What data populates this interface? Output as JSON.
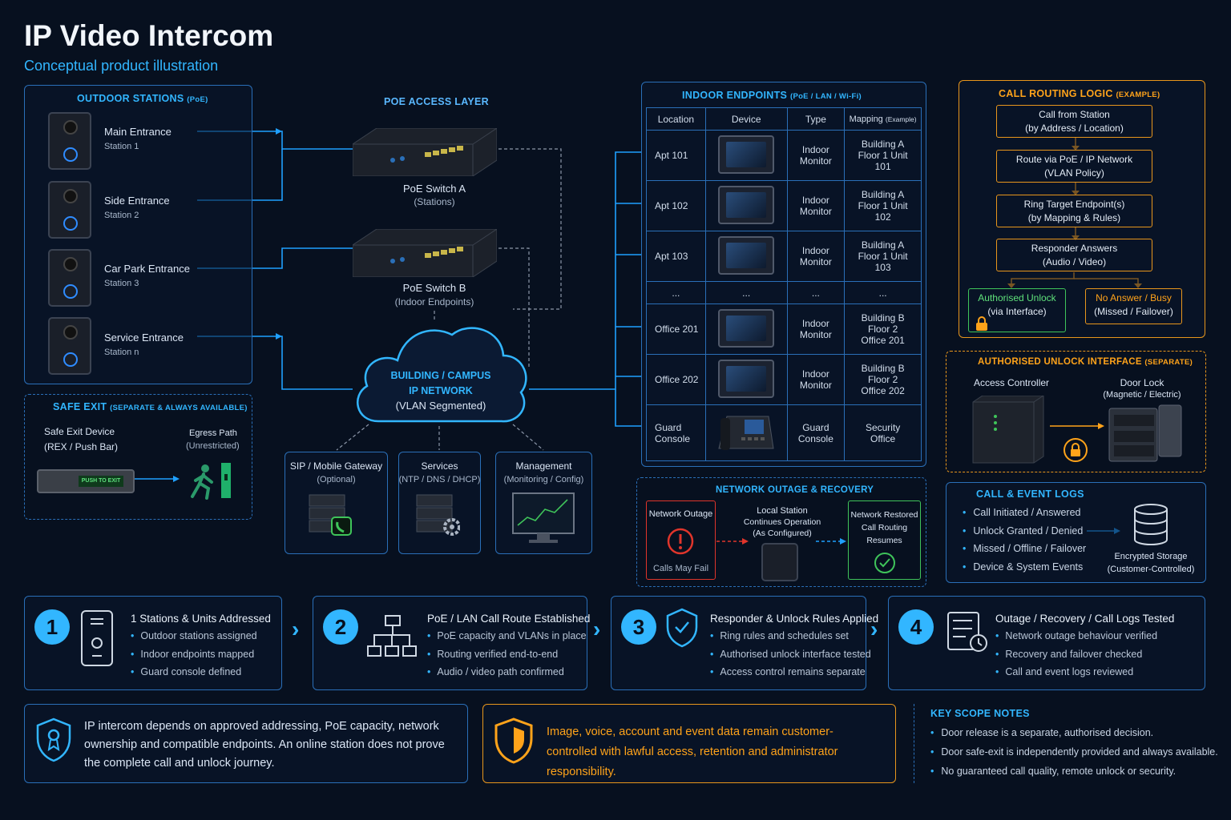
{
  "title": "IP Video Intercom",
  "subtitle": "Conceptual product illustration",
  "outdoor": {
    "title": "OUTDOOR STATIONS",
    "title_sm": "(PoE)",
    "stations": [
      {
        "name": "Main Entrance",
        "sub": "Station 1"
      },
      {
        "name": "Side Entrance",
        "sub": "Station 2"
      },
      {
        "name": "Car Park Entrance",
        "sub": "Station 3"
      },
      {
        "name": "Service Entrance",
        "sub": "Station n"
      }
    ]
  },
  "safe_exit": {
    "title": "SAFE EXIT",
    "title_sm": "(SEPARATE & ALWAYS AVAILABLE)",
    "device": "Safe Exit Device",
    "device_sub": "(REX / Push Bar)",
    "egress": "Egress Path",
    "egress_sub": "(Unrestricted)",
    "push_label": "PUSH TO EXIT"
  },
  "poe": {
    "title": "POE ACCESS LAYER",
    "switch_a": "PoE Switch A",
    "switch_a_sub": "(Stations)",
    "switch_b": "PoE Switch B",
    "switch_b_sub": "(Indoor Endpoints)"
  },
  "network": {
    "line1": "BUILDING / CAMPUS",
    "line2": "IP NETWORK",
    "line3": "(VLAN Segmented)"
  },
  "services": [
    {
      "name": "SIP / Mobile Gateway",
      "sub": "(Optional)"
    },
    {
      "name": "Services",
      "sub": "(NTP / DNS / DHCP)"
    },
    {
      "name": "Management",
      "sub": "(Monitoring / Config)"
    }
  ],
  "indoor": {
    "title": "INDOOR ENDPOINTS",
    "title_sm": "(PoE / LAN / Wi-Fi)",
    "headers": [
      "Location",
      "Device",
      "Type",
      "Mapping"
    ],
    "mapping_sm": "(Example)",
    "rows": [
      {
        "loc": "Apt 101",
        "type": "Indoor Monitor",
        "map": "Building A Floor 1 Unit 101"
      },
      {
        "loc": "Apt 102",
        "type": "Indoor Monitor",
        "map": "Building A Floor 1 Unit 102"
      },
      {
        "loc": "Apt 103",
        "type": "Indoor Monitor",
        "map": "Building A Floor 1 Unit 103"
      },
      {
        "loc": "...",
        "type": "...",
        "map": "..."
      },
      {
        "loc": "Office 201",
        "type": "Indoor Monitor",
        "map": "Building B Floor 2 Office 201"
      },
      {
        "loc": "Office 202",
        "type": "Indoor Monitor",
        "map": "Building B Floor 2 Office 202"
      },
      {
        "loc": "Guard Console",
        "type": "Guard Console",
        "map": "Security Office"
      }
    ]
  },
  "routing": {
    "title": "CALL ROUTING LOGIC",
    "title_sm": "(EXAMPLE)",
    "b1": "Call from Station",
    "b1s": "(by Address / Location)",
    "b2": "Route via PoE / IP Network",
    "b2s": "(VLAN Policy)",
    "b3": "Ring Target Endpoint(s)",
    "b3s": "(by Mapping & Rules)",
    "b4": "Responder Answers",
    "b4s": "(Audio / Video)",
    "g1": "Authorised Unlock",
    "g1s": "(via Interface)",
    "o1": "No Answer / Busy",
    "o1s": "(Missed / Failover)"
  },
  "unlock": {
    "title": "AUTHORISED UNLOCK INTERFACE",
    "title_sm": "(SEPARATE)",
    "ac": "Access Controller",
    "dl": "Door Lock",
    "dl_sub": "(Magnetic / Electric)"
  },
  "outage": {
    "title": "NETWORK OUTAGE & RECOVERY",
    "a": "Network Outage",
    "a_sub": "Calls May Fail",
    "b": "Local Station",
    "b2": "Continues Operation",
    "b3": "(As Configured)",
    "c": "Network Restored",
    "c2": "Call Routing",
    "c3": "Resumes"
  },
  "logs": {
    "title": "CALL & EVENT LOGS",
    "items": [
      "Call Initiated / Answered",
      "Unlock Granted / Denied",
      "Missed / Offline / Failover",
      "Device & System Events"
    ],
    "storage": "Encrypted Storage",
    "storage_sub": "(Customer-Controlled)"
  },
  "steps": [
    {
      "n": "1",
      "title": "1 Stations & Units Addressed",
      "items": [
        "Outdoor stations assigned",
        "Indoor endpoints mapped",
        "Guard console defined"
      ]
    },
    {
      "n": "2",
      "title": "PoE / LAN Call Route Established",
      "items": [
        "PoE capacity and VLANs in place",
        "Routing verified end-to-end",
        "Audio / video path confirmed"
      ]
    },
    {
      "n": "3",
      "title": "Responder & Unlock Rules Applied",
      "items": [
        "Ring rules and schedules set",
        "Authorised unlock interface tested",
        "Access control remains separate"
      ]
    },
    {
      "n": "4",
      "title": "Outage / Recovery / Call Logs Tested",
      "items": [
        "Network outage behaviour verified",
        "Recovery and failover checked",
        "Call and event logs reviewed"
      ]
    }
  ],
  "notes": {
    "blue": "IP intercom depends on approved addressing, PoE capacity, network ownership and compatible endpoints. An online station does not prove the complete call and unlock journey.",
    "orange": "Image, voice, account and event data remain customer-controlled with lawful access, retention and administrator responsibility.",
    "scope_title": "KEY SCOPE NOTES",
    "scope": [
      "Door release is a separate, authorised decision.",
      "Door safe-exit is independently provided and always available.",
      "No guaranteed call quality, remote unlock or security."
    ]
  },
  "colors": {
    "accent": "#32b6ff",
    "orange": "#ffa31a",
    "green": "#3fc45a",
    "red": "#e0352b",
    "bg": "#07101f"
  }
}
